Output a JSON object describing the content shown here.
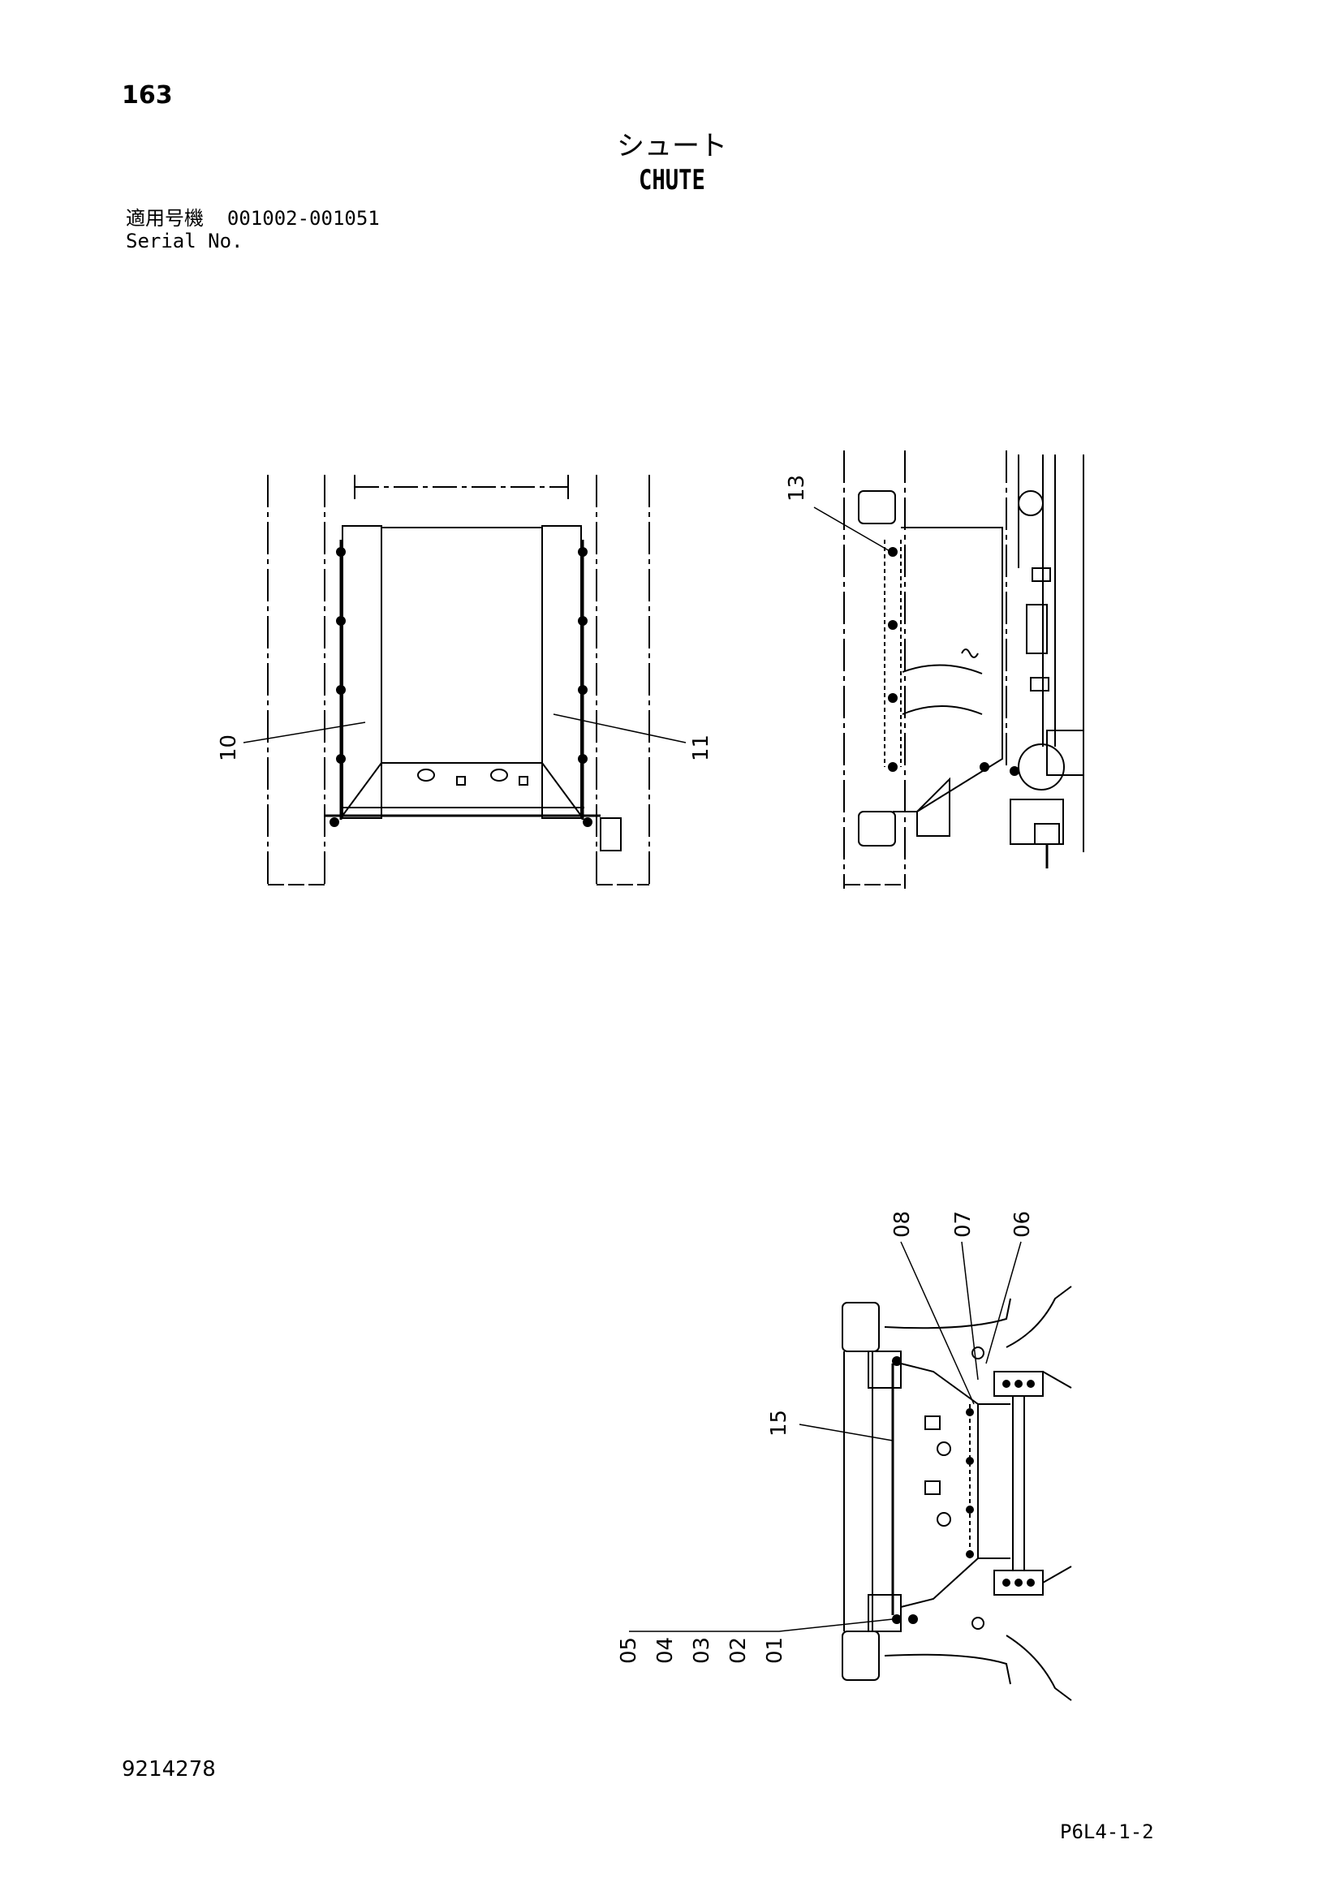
{
  "header": {
    "page_number": "163",
    "title_jp": "シュート",
    "title_en": "CHUTE",
    "serial_label_jp": "適用号機",
    "serial_range": "001002-001051",
    "serial_label_en": "Serial No."
  },
  "callouts": {
    "c10": "10",
    "c11": "11",
    "c13": "13",
    "c15": "15",
    "c08": "08",
    "c07": "07",
    "c06": "06",
    "c05": "05",
    "c04": "04",
    "c03": "03",
    "c02": "02",
    "c01": "01"
  },
  "footer": {
    "doc_number": "9214278",
    "page_code": "P6L4-1-2"
  }
}
